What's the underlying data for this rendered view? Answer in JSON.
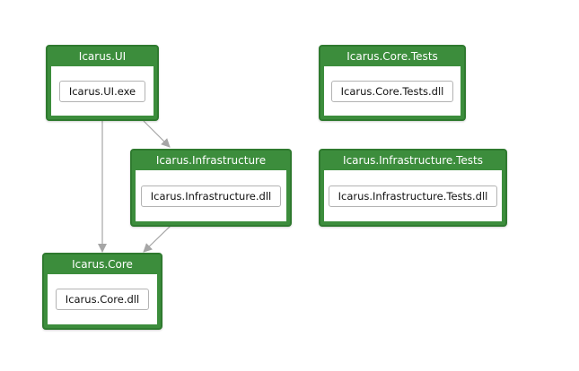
{
  "diagram": {
    "colors": {
      "node_header": "#3c8d3c",
      "node_border": "#2f7a2f",
      "edge": "#a6a6a6",
      "chip_border": "#b3b3b3"
    },
    "nodes": [
      {
        "id": "ui",
        "title": "Icarus.UI",
        "assembly": "Icarus.UI.exe"
      },
      {
        "id": "infra",
        "title": "Icarus.Infrastructure",
        "assembly": "Icarus.Infrastructure.dll"
      },
      {
        "id": "core",
        "title": "Icarus.Core",
        "assembly": "Icarus.Core.dll"
      },
      {
        "id": "coretests",
        "title": "Icarus.Core.Tests",
        "assembly": "Icarus.Core.Tests.dll"
      },
      {
        "id": "infratests",
        "title": "Icarus.Infrastructure.Tests",
        "assembly": "Icarus.Infrastructure.Tests.dll"
      }
    ],
    "edges": [
      {
        "from": "ui",
        "to": "infra"
      },
      {
        "from": "ui",
        "to": "core"
      },
      {
        "from": "infra",
        "to": "core"
      }
    ]
  }
}
